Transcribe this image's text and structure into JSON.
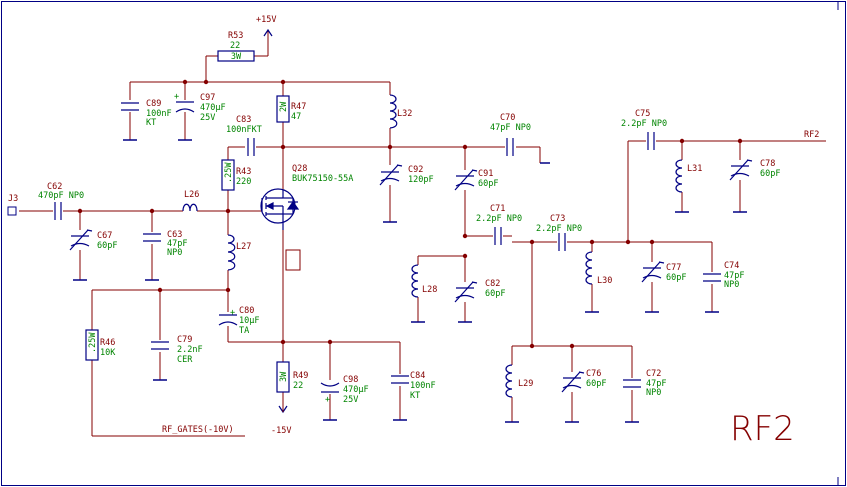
{
  "sheet_title": "RF2",
  "power": {
    "pos": "+15V",
    "neg": "-15V"
  },
  "nets": {
    "rf_gates": "RF_GATES(-10V)",
    "rf_out": "RF2",
    "input": "J3"
  },
  "components": {
    "R53": {
      "ref": "R53",
      "value": "22",
      "body": "3W"
    },
    "R47": {
      "ref": "R47",
      "value": "47",
      "body": "2W"
    },
    "R43": {
      "ref": "R43",
      "value": "220",
      "body": ".25W"
    },
    "R46": {
      "ref": "R46",
      "value": "10K",
      "body": ".25W"
    },
    "R49": {
      "ref": "R49",
      "value": "22",
      "body": "3W"
    },
    "C89": {
      "ref": "C89",
      "value": "100nF",
      "value2": "KT"
    },
    "C97": {
      "ref": "C97",
      "value": "470µF",
      "value2": "25V"
    },
    "C83": {
      "ref": "C83",
      "value": "100nFKT"
    },
    "C62": {
      "ref": "C62",
      "value": "470pF NP0"
    },
    "C67": {
      "ref": "C67",
      "value": "60pF"
    },
    "C63": {
      "ref": "C63",
      "value": "47pF",
      "value2": "NP0"
    },
    "C80": {
      "ref": "C80",
      "value": "10µF",
      "value2": "TA"
    },
    "C79": {
      "ref": "C79",
      "value": "2.2nF",
      "value2": "CER"
    },
    "C98": {
      "ref": "C98",
      "value": "470µF",
      "value2": "25V"
    },
    "C84": {
      "ref": "C84",
      "value": "100nF",
      "value2": "KT"
    },
    "C92": {
      "ref": "C92",
      "value": "120pF"
    },
    "C70": {
      "ref": "C70",
      "value": "47pF NP0"
    },
    "C91": {
      "ref": "C91",
      "value": "60pF"
    },
    "C71": {
      "ref": "C71",
      "value": "2.2pF NP0"
    },
    "C73": {
      "ref": "C73",
      "value": "2.2pF NP0"
    },
    "C82": {
      "ref": "C82",
      "value": "60pF"
    },
    "C75": {
      "ref": "C75",
      "value": "2.2pF NP0"
    },
    "C78": {
      "ref": "C78",
      "value": "60pF"
    },
    "C77": {
      "ref": "C77",
      "value": "60pF"
    },
    "C74": {
      "ref": "C74",
      "value": "47pF",
      "value2": "NP0"
    },
    "C76": {
      "ref": "C76",
      "value": "60pF"
    },
    "C72": {
      "ref": "C72",
      "value": "47pF",
      "value2": "NP0"
    },
    "Q28": {
      "ref": "Q28",
      "value": "BUK75150-55A"
    },
    "L26": {
      "ref": "L26"
    },
    "L27": {
      "ref": "L27"
    },
    "L28": {
      "ref": "L28"
    },
    "L29": {
      "ref": "L29"
    },
    "L30": {
      "ref": "L30"
    },
    "L31": {
      "ref": "L31"
    },
    "L32": {
      "ref": "L32"
    }
  },
  "colors": {
    "wire": "#840000",
    "component": "#000084",
    "value_text": "#008400",
    "ref_text": "#840000"
  }
}
